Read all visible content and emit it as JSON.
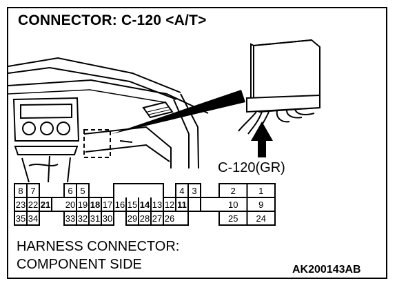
{
  "diagram": {
    "title": "CONNECTOR: C-120 <A/T>",
    "connector_label": "C-120(GR)",
    "caption_line1": "HARNESS CONNECTOR:",
    "caption_line2": "COMPONENT SIDE",
    "figure_code": "AK200143AB"
  },
  "pins": {
    "row1": [
      {
        "col": 0,
        "n": "8"
      },
      {
        "col": 1,
        "n": "7"
      },
      {
        "col": 4,
        "n": "6"
      },
      {
        "col": 5,
        "n": "5"
      },
      {
        "col": 13,
        "n": "4"
      },
      {
        "col": 14,
        "n": "3"
      },
      {
        "col": 17,
        "n": "2"
      },
      {
        "col": 19,
        "n": "1"
      }
    ],
    "row2": [
      {
        "col": 0,
        "n": "23"
      },
      {
        "col": 1,
        "n": "22"
      },
      {
        "col": 2,
        "n": "21",
        "bold": true
      },
      {
        "col": 4,
        "n": "20"
      },
      {
        "col": 5,
        "n": "19"
      },
      {
        "col": 6,
        "n": "18",
        "bold": true
      },
      {
        "col": 7,
        "n": "17"
      },
      {
        "col": 8,
        "n": "16"
      },
      {
        "col": 9,
        "n": "15"
      },
      {
        "col": 10,
        "n": "14",
        "bold": true
      },
      {
        "col": 11,
        "n": "13"
      },
      {
        "col": 12,
        "n": "12"
      },
      {
        "col": 13,
        "n": "11",
        "bold": true
      },
      {
        "col": 17,
        "n": "10"
      },
      {
        "col": 19,
        "n": "9"
      }
    ],
    "row3": [
      {
        "col": 0,
        "n": "35"
      },
      {
        "col": 1,
        "n": "34"
      },
      {
        "col": 4,
        "n": "33"
      },
      {
        "col": 5,
        "n": "32"
      },
      {
        "col": 6,
        "n": "31"
      },
      {
        "col": 7,
        "n": "30"
      },
      {
        "col": 9,
        "n": "29"
      },
      {
        "col": 10,
        "n": "28"
      },
      {
        "col": 11,
        "n": "27"
      },
      {
        "col": 12,
        "n": "26"
      },
      {
        "col": 17,
        "n": "25"
      },
      {
        "col": 19,
        "n": "24"
      }
    ]
  }
}
